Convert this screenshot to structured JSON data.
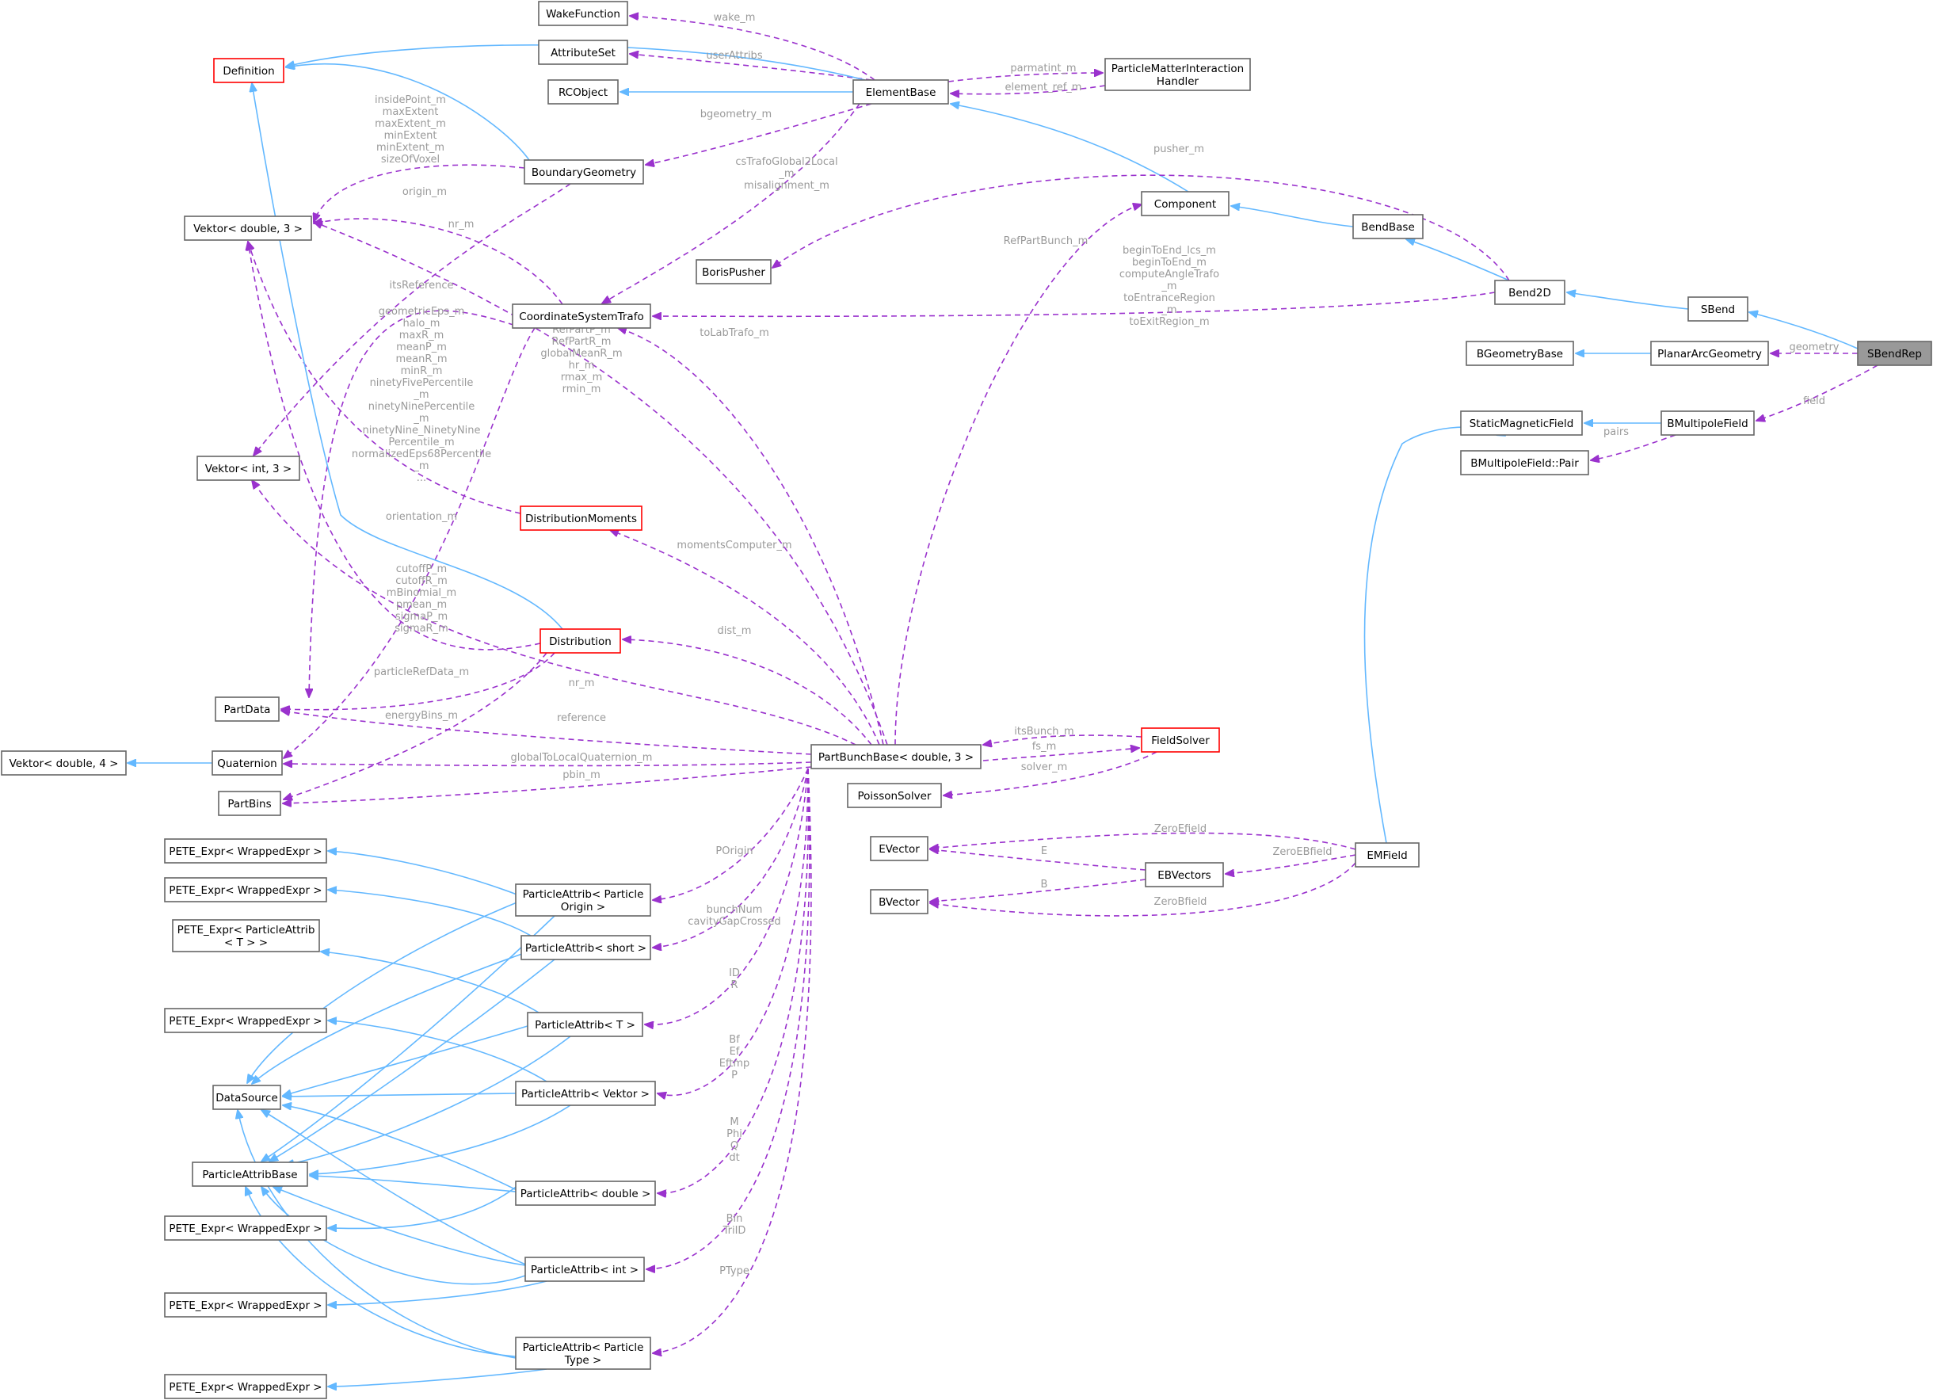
{
  "colors": {
    "inheritance_edge": "#63b8ff",
    "usage_edge": "#9a32cd",
    "node_border": "#666666",
    "highlight_border": "#ff0000",
    "selected_fill": "#999999",
    "edge_label": "#9a9a9a"
  },
  "nodes": [
    {
      "id": "WakeFunction",
      "lines": [
        "WakeFunction"
      ]
    },
    {
      "id": "AttributeSet",
      "lines": [
        "AttributeSet"
      ]
    },
    {
      "id": "RCObject",
      "lines": [
        "RCObject"
      ]
    },
    {
      "id": "Definition",
      "lines": [
        "Definition"
      ],
      "highlight": true
    },
    {
      "id": "ElementBase",
      "lines": [
        "ElementBase"
      ]
    },
    {
      "id": "PMIHandler",
      "lines": [
        "ParticleMatterInteraction",
        "Handler"
      ]
    },
    {
      "id": "BoundaryGeometry",
      "lines": [
        "BoundaryGeometry"
      ]
    },
    {
      "id": "VektorD3",
      "lines": [
        "Vektor< double, 3 >"
      ]
    },
    {
      "id": "Component",
      "lines": [
        "Component"
      ]
    },
    {
      "id": "BendBase",
      "lines": [
        "BendBase"
      ]
    },
    {
      "id": "BorisPusher",
      "lines": [
        "BorisPusher"
      ]
    },
    {
      "id": "CSTrafo",
      "lines": [
        "CoordinateSystemTrafo"
      ]
    },
    {
      "id": "Bend2D",
      "lines": [
        "Bend2D"
      ]
    },
    {
      "id": "SBend",
      "lines": [
        "SBend"
      ]
    },
    {
      "id": "BGeometryBase",
      "lines": [
        "BGeometryBase"
      ]
    },
    {
      "id": "PlanarArc",
      "lines": [
        "PlanarArcGeometry"
      ]
    },
    {
      "id": "SBendRep",
      "lines": [
        "SBendRep"
      ],
      "selected": true
    },
    {
      "id": "StaticMF",
      "lines": [
        "StaticMagneticField"
      ]
    },
    {
      "id": "BMultipole",
      "lines": [
        "BMultipoleField"
      ]
    },
    {
      "id": "BMPair",
      "lines": [
        "BMultipoleField::Pair"
      ]
    },
    {
      "id": "VektorI3",
      "lines": [
        "Vektor< int, 3 >"
      ]
    },
    {
      "id": "DistMoments",
      "lines": [
        "DistributionMoments"
      ],
      "highlight": true
    },
    {
      "id": "Distribution",
      "lines": [
        "Distribution"
      ],
      "highlight": true
    },
    {
      "id": "PartData",
      "lines": [
        "PartData"
      ]
    },
    {
      "id": "VektorD4",
      "lines": [
        "Vektor< double, 4 >"
      ]
    },
    {
      "id": "Quaternion",
      "lines": [
        "Quaternion"
      ]
    },
    {
      "id": "PartBins",
      "lines": [
        "PartBins"
      ]
    },
    {
      "id": "PBB",
      "lines": [
        "PartBunchBase< double, 3 >"
      ]
    },
    {
      "id": "FieldSolver",
      "lines": [
        "FieldSolver"
      ],
      "highlight": true
    },
    {
      "id": "PoissonSolver",
      "lines": [
        "PoissonSolver"
      ]
    },
    {
      "id": "EVector",
      "lines": [
        "EVector"
      ]
    },
    {
      "id": "BVector",
      "lines": [
        "BVector"
      ]
    },
    {
      "id": "EBVectors",
      "lines": [
        "EBVectors"
      ]
    },
    {
      "id": "EMField",
      "lines": [
        "EMField"
      ]
    },
    {
      "id": "PEW1",
      "lines": [
        "PETE_Expr< WrappedExpr >"
      ]
    },
    {
      "id": "PEW2",
      "lines": [
        "PETE_Expr< WrappedExpr >"
      ]
    },
    {
      "id": "PEPA",
      "lines": [
        "PETE_Expr< ParticleAttrib",
        "< T > >"
      ]
    },
    {
      "id": "PEW3",
      "lines": [
        "PETE_Expr< WrappedExpr >"
      ]
    },
    {
      "id": "DataSource",
      "lines": [
        "DataSource"
      ]
    },
    {
      "id": "PABase",
      "lines": [
        "ParticleAttribBase"
      ]
    },
    {
      "id": "PEW4",
      "lines": [
        "PETE_Expr< WrappedExpr >"
      ]
    },
    {
      "id": "PEW5",
      "lines": [
        "PETE_Expr< WrappedExpr >"
      ]
    },
    {
      "id": "PEW6",
      "lines": [
        "PETE_Expr< WrappedExpr >"
      ]
    },
    {
      "id": "PAOrigin",
      "lines": [
        "ParticleAttrib< Particle",
        "Origin >"
      ]
    },
    {
      "id": "PAShort",
      "lines": [
        "ParticleAttrib< short >"
      ]
    },
    {
      "id": "PAT",
      "lines": [
        "ParticleAttrib< T >"
      ]
    },
    {
      "id": "PAVektor",
      "lines": [
        "ParticleAttrib< Vektor >"
      ]
    },
    {
      "id": "PADouble",
      "lines": [
        "ParticleAttrib< double >"
      ]
    },
    {
      "id": "PAInt",
      "lines": [
        "ParticleAttrib< int >"
      ]
    },
    {
      "id": "PAType",
      "lines": [
        "ParticleAttrib< Particle",
        "Type >"
      ]
    }
  ],
  "edges": [
    {
      "id": "e01",
      "kind": "use",
      "lines": [
        "wake_m"
      ]
    },
    {
      "id": "e02",
      "kind": "use",
      "lines": [
        "userAttribs"
      ]
    },
    {
      "id": "e03",
      "kind": "inh",
      "lines": []
    },
    {
      "id": "e04",
      "kind": "inh",
      "lines": []
    },
    {
      "id": "e05",
      "kind": "use",
      "lines": [
        "parmatint_m"
      ]
    },
    {
      "id": "e06",
      "kind": "use",
      "lines": [
        "element_ref_m"
      ]
    },
    {
      "id": "e07",
      "kind": "use",
      "lines": [
        "bgeometry_m"
      ]
    },
    {
      "id": "e08",
      "kind": "use",
      "lines": [
        "csTrafoGlobal2Local",
        "_m",
        "misalignment_m"
      ]
    },
    {
      "id": "e09",
      "kind": "inh",
      "lines": []
    },
    {
      "id": "e10",
      "kind": "use",
      "lines": [
        "insidePoint_m",
        "maxExtent",
        "maxExtent_m",
        "minExtent",
        "minExtent_m",
        "sizeOfVoxel"
      ]
    },
    {
      "id": "e11",
      "kind": "use",
      "lines": [
        "nr_m"
      ]
    },
    {
      "id": "e12",
      "kind": "inh",
      "lines": []
    },
    {
      "id": "e13",
      "kind": "inh",
      "lines": []
    },
    {
      "id": "e14",
      "kind": "inh",
      "lines": []
    },
    {
      "id": "e15",
      "kind": "use",
      "lines": [
        "pusher_m"
      ]
    },
    {
      "id": "e16",
      "kind": "use",
      "lines": [
        "beginToEnd_lcs_m",
        "beginToEnd_m",
        "computeAngleTrafo",
        "_m",
        "toEntranceRegion",
        "_m",
        "toExitRegion_m"
      ]
    },
    {
      "id": "e17",
      "kind": "inh",
      "lines": []
    },
    {
      "id": "e18",
      "kind": "inh",
      "lines": []
    },
    {
      "id": "e19",
      "kind": "use",
      "lines": [
        "geometry"
      ]
    },
    {
      "id": "e20",
      "kind": "inh",
      "lines": []
    },
    {
      "id": "e21",
      "kind": "use",
      "lines": [
        "field"
      ]
    },
    {
      "id": "e22",
      "kind": "inh",
      "lines": []
    },
    {
      "id": "e23",
      "kind": "use",
      "lines": [
        "pairs"
      ]
    },
    {
      "id": "e24",
      "kind": "inh",
      "lines": []
    },
    {
      "id": "e25",
      "kind": "use",
      "lines": [
        "origin_m"
      ]
    },
    {
      "id": "e26",
      "kind": "use",
      "lines": [
        "itsReference"
      ]
    },
    {
      "id": "e27",
      "kind": "use",
      "lines": [
        "orientation_m"
      ]
    },
    {
      "id": "e28",
      "kind": "use",
      "lines": [
        "geometricEps_m",
        "halo_m",
        "maxR_m",
        "meanP_m",
        "meanR_m",
        "minR_m",
        "ninetyFivePercentile",
        "_m",
        "ninetyNinePercentile",
        "_m",
        "ninetyNine_NinetyNine",
        "Percentile_m",
        "normalizedEps68Percentile",
        "_m",
        "..."
      ]
    },
    {
      "id": "e29",
      "kind": "inh",
      "lines": []
    },
    {
      "id": "e30",
      "kind": "use",
      "lines": [
        "cutoffP_m",
        "cutoffR_m",
        "mBinomial_m",
        "pmean_m",
        "sigmaP_m",
        "sigmaR_m"
      ]
    },
    {
      "id": "e31",
      "kind": "use",
      "lines": [
        "particleRefData_m"
      ]
    },
    {
      "id": "e32",
      "kind": "use",
      "lines": [
        "energyBins_m"
      ]
    },
    {
      "id": "e33",
      "kind": "inh",
      "lines": []
    },
    {
      "id": "e34",
      "kind": "use",
      "lines": [
        "RefPartBunch_m"
      ]
    },
    {
      "id": "e35",
      "kind": "use",
      "lines": [
        "RefPartP_m",
        "RefPartR_m",
        "globalMeanR_m",
        "hr_m",
        "rmax_m",
        "rmin_m"
      ]
    },
    {
      "id": "e36",
      "kind": "use",
      "lines": [
        "toLabTrafo_m"
      ]
    },
    {
      "id": "e37",
      "kind": "use",
      "lines": [
        "momentsComputer_m"
      ]
    },
    {
      "id": "e38",
      "kind": "use",
      "lines": [
        "dist_m"
      ]
    },
    {
      "id": "e39",
      "kind": "use",
      "lines": [
        "nr_m"
      ]
    },
    {
      "id": "e40",
      "kind": "use",
      "lines": [
        "reference"
      ]
    },
    {
      "id": "e41",
      "kind": "use",
      "lines": [
        "globalToLocalQuaternion_m"
      ]
    },
    {
      "id": "e42",
      "kind": "use",
      "lines": [
        "pbin_m"
      ]
    },
    {
      "id": "e43",
      "kind": "use",
      "lines": [
        "itsBunch_m"
      ]
    },
    {
      "id": "e44",
      "kind": "use",
      "lines": [
        "fs_m"
      ]
    },
    {
      "id": "e45",
      "kind": "use",
      "lines": [
        "solver_m"
      ]
    },
    {
      "id": "e46",
      "kind": "use",
      "lines": [
        "ZeroEfield"
      ]
    },
    {
      "id": "e47",
      "kind": "use",
      "lines": [
        "E"
      ]
    },
    {
      "id": "e48",
      "kind": "use",
      "lines": [
        "B"
      ]
    },
    {
      "id": "e49",
      "kind": "use",
      "lines": [
        "ZeroEBfield"
      ]
    },
    {
      "id": "e50",
      "kind": "use",
      "lines": [
        "ZeroBfield"
      ]
    },
    {
      "id": "e51",
      "kind": "use",
      "lines": [
        "POrigin"
      ]
    },
    {
      "id": "e52",
      "kind": "use",
      "lines": [
        "bunchNum",
        "cavityGapCrossed"
      ]
    },
    {
      "id": "e53",
      "kind": "use",
      "lines": [
        "ID",
        "R"
      ]
    },
    {
      "id": "e54",
      "kind": "use",
      "lines": [
        "Bf",
        "Ef",
        "Eftmp",
        "P"
      ]
    },
    {
      "id": "e55",
      "kind": "use",
      "lines": [
        "M",
        "Phi",
        "Q",
        "dt"
      ]
    },
    {
      "id": "e56",
      "kind": "use",
      "lines": [
        "Bin",
        "TriID"
      ]
    },
    {
      "id": "e57",
      "kind": "use",
      "lines": [
        "PType"
      ]
    },
    {
      "id": "e58",
      "kind": "inh",
      "lines": []
    },
    {
      "id": "e59",
      "kind": "inh",
      "lines": []
    },
    {
      "id": "e60",
      "kind": "inh",
      "lines": []
    },
    {
      "id": "e61",
      "kind": "inh",
      "lines": []
    },
    {
      "id": "e62",
      "kind": "inh",
      "lines": []
    },
    {
      "id": "e63",
      "kind": "inh",
      "lines": []
    },
    {
      "id": "e64",
      "kind": "inh",
      "lines": []
    },
    {
      "id": "e65",
      "kind": "inh",
      "lines": []
    },
    {
      "id": "e66",
      "kind": "inh",
      "lines": []
    },
    {
      "id": "e67",
      "kind": "inh",
      "lines": []
    },
    {
      "id": "e68",
      "kind": "inh",
      "lines": []
    },
    {
      "id": "e69",
      "kind": "inh",
      "lines": []
    },
    {
      "id": "e70",
      "kind": "inh",
      "lines": []
    },
    {
      "id": "e71",
      "kind": "inh",
      "lines": []
    },
    {
      "id": "e72",
      "kind": "inh",
      "lines": []
    },
    {
      "id": "e73",
      "kind": "inh",
      "lines": []
    },
    {
      "id": "e74",
      "kind": "inh",
      "lines": []
    },
    {
      "id": "e75",
      "kind": "inh",
      "lines": []
    },
    {
      "id": "e76",
      "kind": "inh",
      "lines": []
    },
    {
      "id": "e77",
      "kind": "inh",
      "lines": []
    }
  ]
}
